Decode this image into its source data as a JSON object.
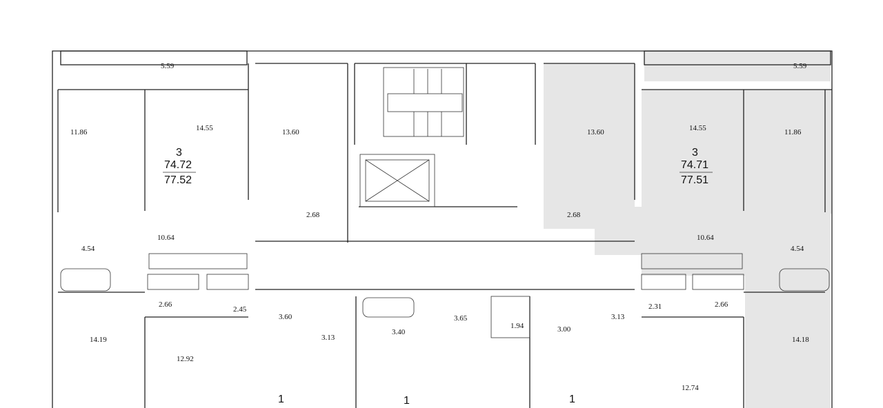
{
  "apartments": [
    {
      "id": "left",
      "rooms": "3",
      "area_living": "74.72",
      "area_total": "77.52",
      "highlighted": false
    },
    {
      "id": "right",
      "rooms": "3",
      "area_living": "74.71",
      "area_total": "77.51",
      "highlighted": true
    },
    {
      "id": "bottom-1",
      "rooms": "1"
    },
    {
      "id": "bottom-2",
      "rooms": "1"
    },
    {
      "id": "bottom-3",
      "rooms": "1"
    }
  ],
  "room_areas": {
    "l_balcony": "5.59",
    "l_bed_small": "11.86",
    "l_bed": "14.55",
    "l_kitchen": "13.60",
    "l_wc": "2.68",
    "l_hall": "10.64",
    "l_bath": "4.54",
    "l_store": "2.66",
    "l_store2": "2.45",
    "l_room_bottom": "14.19",
    "b1_room": "12.92",
    "b1_hall": "3.60",
    "b1_bath": "3.13",
    "b2_bath": "3.40",
    "b2_hall": "3.65",
    "b2_store": "1.94",
    "b3_bath": "3.00",
    "b3_hall": "3.13",
    "r_balcony": "5.59",
    "r_kitchen": "13.60",
    "r_bed": "14.55",
    "r_bed_small": "11.86",
    "r_wc": "2.68",
    "r_hall": "10.64",
    "r_bath": "4.54",
    "r_store": "2.31",
    "r_store2": "2.66",
    "r_room_bottom": "14.18",
    "b3_room": "12.74"
  },
  "colors": {
    "highlight": "#e6e6e6",
    "wall": "#222222"
  }
}
